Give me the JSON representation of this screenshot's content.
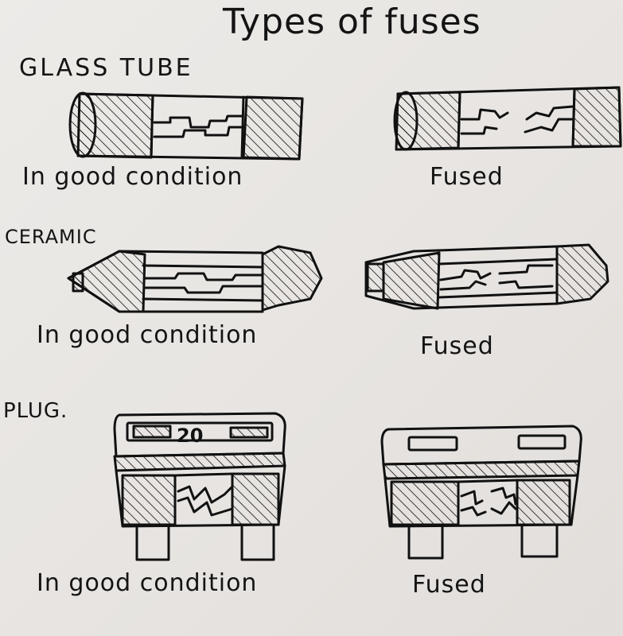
{
  "title": "Types of fuses",
  "sections": {
    "glass_tube": {
      "label": "GLASS TUBE",
      "good_caption": "In good condition",
      "fused_caption": "Fused"
    },
    "ceramic": {
      "label": "CERAMIC",
      "good_caption": "In good condition",
      "fused_caption": "Fused"
    },
    "plug": {
      "label": "PLUG.",
      "rating": "20",
      "good_caption": "In good condition",
      "fused_caption": "Fused"
    }
  },
  "colors": {
    "ink": "#111111",
    "paper": "#e9e6e3"
  }
}
